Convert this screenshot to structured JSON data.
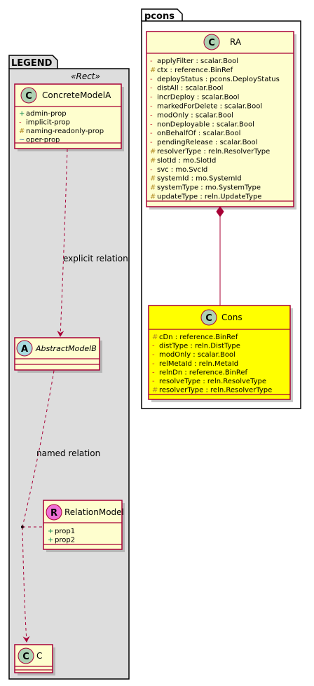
{
  "packages": {
    "pcons": "pcons",
    "legend": "LEGEND",
    "legend_stereotype": "«Rect»"
  },
  "classes": {
    "ra": {
      "name": "RA",
      "badge": "C",
      "attrs": [
        {
          "vis": "-",
          "text": "applyFilter : scalar.Bool"
        },
        {
          "vis": "#",
          "text": "ctx : reference.BinRef"
        },
        {
          "vis": "-",
          "text": "deployStatus : pcons.DeployStatus"
        },
        {
          "vis": "-",
          "text": "distAll : scalar.Bool"
        },
        {
          "vis": "-",
          "text": "incrDeploy : scalar.Bool"
        },
        {
          "vis": "-",
          "text": "markedForDelete : scalar.Bool"
        },
        {
          "vis": "-",
          "text": "modOnly : scalar.Bool"
        },
        {
          "vis": "-",
          "text": "nonDeployable : scalar.Bool"
        },
        {
          "vis": "-",
          "text": "onBehalfOf : scalar.Bool"
        },
        {
          "vis": "-",
          "text": "pendingRelease : scalar.Bool"
        },
        {
          "vis": "#",
          "text": "resolverType : reln.ResolverType"
        },
        {
          "vis": "#",
          "text": "slotId : mo.SlotId"
        },
        {
          "vis": "-",
          "text": "svc : mo.SvcId"
        },
        {
          "vis": "#",
          "text": "systemId : mo.SystemId"
        },
        {
          "vis": "#",
          "text": "systemType : mo.SystemType"
        },
        {
          "vis": "#",
          "text": "updateType : reln.UpdateType"
        }
      ]
    },
    "cons": {
      "name": "Cons",
      "badge": "C",
      "attrs": [
        {
          "vis": "#",
          "text": "cDn : reference.BinRef"
        },
        {
          "vis": "-",
          "text": "distType : reln.DistType"
        },
        {
          "vis": "-",
          "text": "modOnly : scalar.Bool"
        },
        {
          "vis": "-",
          "text": "relMetaId : reln.MetaId"
        },
        {
          "vis": "-",
          "text": "relnDn : reference.BinRef"
        },
        {
          "vis": "-",
          "text": "resolveType : reln.ResolveType"
        },
        {
          "vis": "#",
          "text": "resolverType : reln.ResolverType"
        }
      ]
    },
    "concrete": {
      "name": "ConcreteModelA",
      "badge": "C",
      "attrs": [
        {
          "vis": "+",
          "text": "admin-prop"
        },
        {
          "vis": "-",
          "text": "implicit-prop"
        },
        {
          "vis": "#",
          "text": "naming-readonly-prop"
        },
        {
          "vis": "~",
          "text": "oper-prop"
        }
      ]
    },
    "abstract": {
      "name": "AbstractModelB",
      "badge": "A"
    },
    "relation": {
      "name": "RelationModel",
      "badge": "R",
      "attrs": [
        {
          "vis": "+",
          "text": "prop1"
        },
        {
          "vis": "+",
          "text": "prop2"
        }
      ]
    },
    "c": {
      "name": "C",
      "badge": "C"
    }
  },
  "relations": {
    "explicit": "explicit relation",
    "named": "named relation"
  },
  "colors": {
    "class_fill": "#fefece",
    "class_border": "#a80036",
    "highlight_fill": "#ffff00",
    "legend_fill": "#dddddd",
    "badge_c": "#add1b2",
    "badge_a": "#a9dcdf",
    "badge_r": "#ef70d6"
  }
}
